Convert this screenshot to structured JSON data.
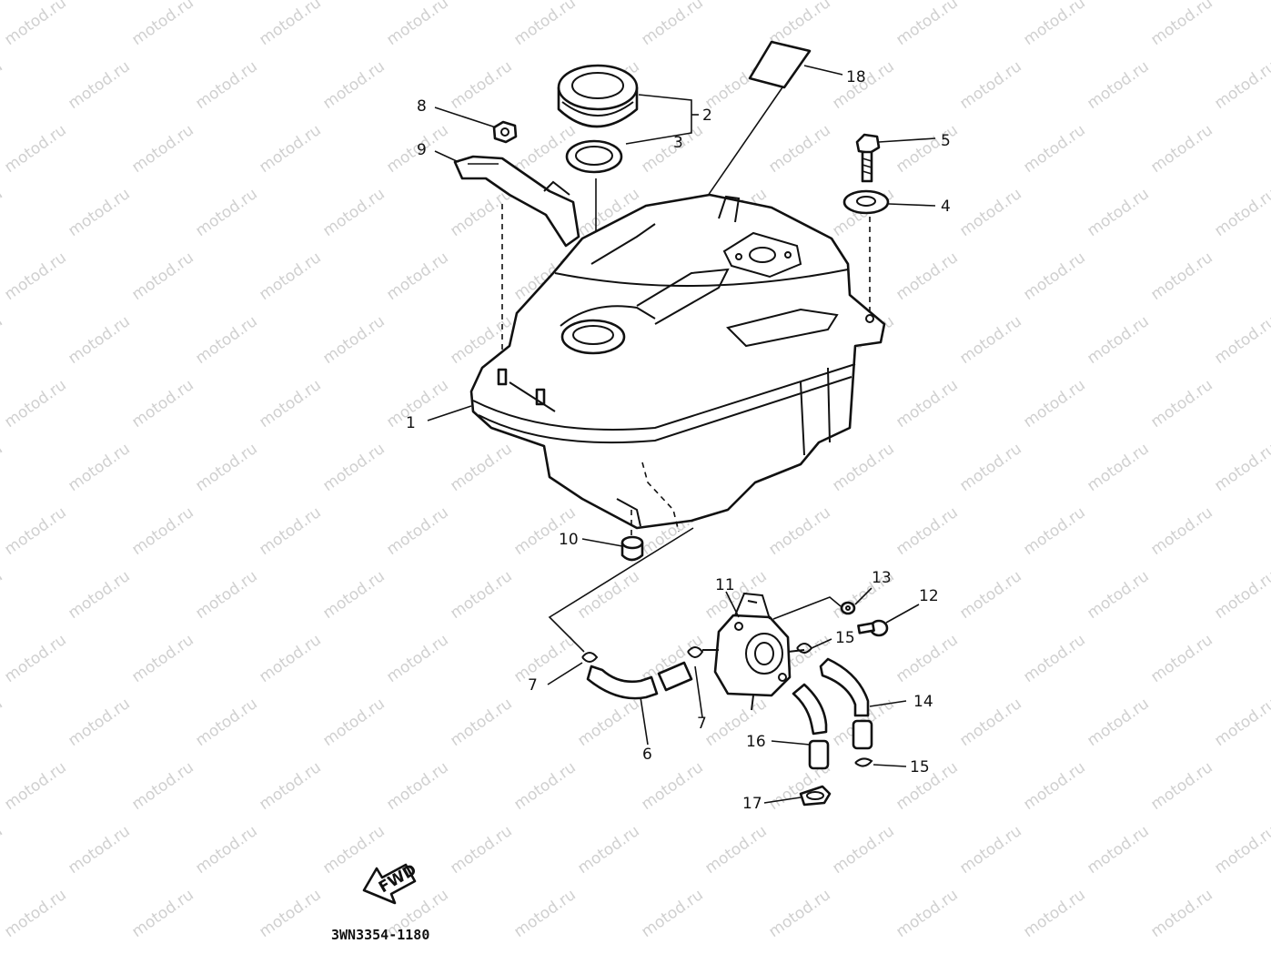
{
  "watermark": "motod.ru",
  "diagram_code": "3WN3354-1180",
  "fwd_label": "FWD",
  "callouts": {
    "c1": "1",
    "c2": "2",
    "c3": "3",
    "c4": "4",
    "c5": "5",
    "c6": "6",
    "c7a": "7",
    "c7b": "7",
    "c8": "8",
    "c9": "9",
    "c10": "10",
    "c11": "11",
    "c12": "12",
    "c13": "13",
    "c14": "14",
    "c15a": "15",
    "c15b": "15",
    "c16": "16",
    "c17": "17",
    "c18": "18"
  }
}
